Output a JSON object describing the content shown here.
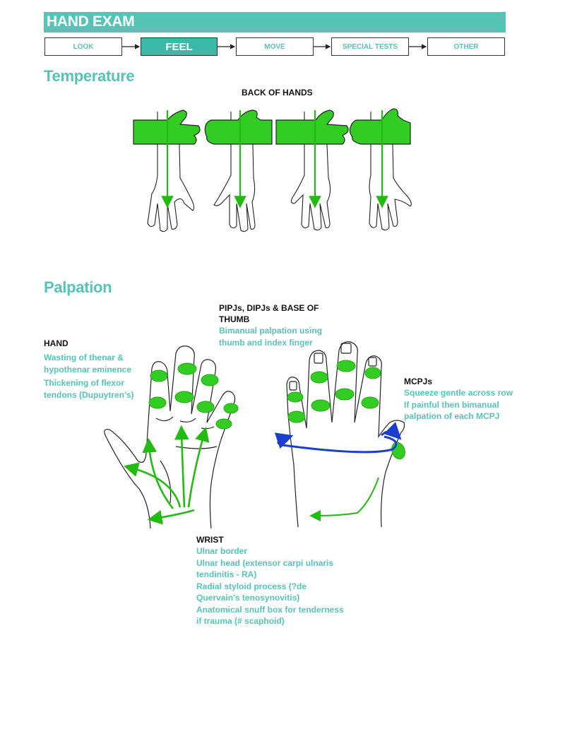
{
  "header": {
    "title": "HAND EXAM"
  },
  "steps": [
    {
      "label": "LOOK",
      "active": false
    },
    {
      "label": "FEEL",
      "active": true
    },
    {
      "label": "MOVE",
      "active": false
    },
    {
      "label": "SPECIAL TESTS",
      "active": false
    },
    {
      "label": "OTHER",
      "active": false
    }
  ],
  "temperature": {
    "title": "Temperature",
    "caption": "BACK OF HANDS"
  },
  "palpation": {
    "title": "Palpation",
    "pipj": {
      "heading_line1": "PIPJs, DIPJs & BASE OF",
      "heading_line2": "THUMB",
      "lines": [
        "Bimanual palpation using",
        "thumb and index finger"
      ]
    },
    "hand": {
      "heading": "HAND",
      "lines": [
        "Wasting of thenar &",
        "hypothenar eminence",
        "Thickening of flexor",
        "tendons (Dupuytren’s)"
      ]
    },
    "mcpj": {
      "heading": "MCPJs",
      "lines": [
        "Squeeze gentle across row",
        "If painful then bimanual",
        "palpation of each MCPJ"
      ]
    },
    "wrist": {
      "heading": "WRIST",
      "lines": [
        "Ulnar border",
        "Ulnar head (extensor carpi ulnaris",
        "tendinitis - RA)",
        "Radial styloid process (?de",
        "Quervain’s tenosynovitis)",
        "Anatomical snuff box for tenderness",
        "if trauma (# scaphoid)"
      ]
    }
  },
  "colors": {
    "accent": "#55c4b6",
    "green": "#33cc22",
    "blue": "#1a3fd0"
  }
}
